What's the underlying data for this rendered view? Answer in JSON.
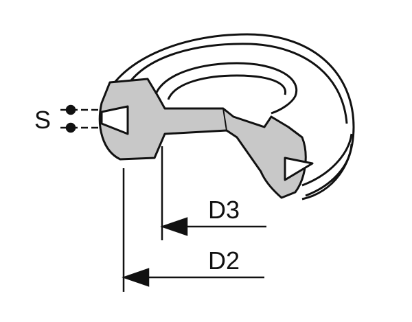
{
  "diagram": {
    "labels": {
      "s": "S",
      "d3": "D3",
      "d2": "D2"
    },
    "colors": {
      "section_fill": "#c8c8c8",
      "line": "#111111",
      "background": "#ffffff"
    }
  }
}
